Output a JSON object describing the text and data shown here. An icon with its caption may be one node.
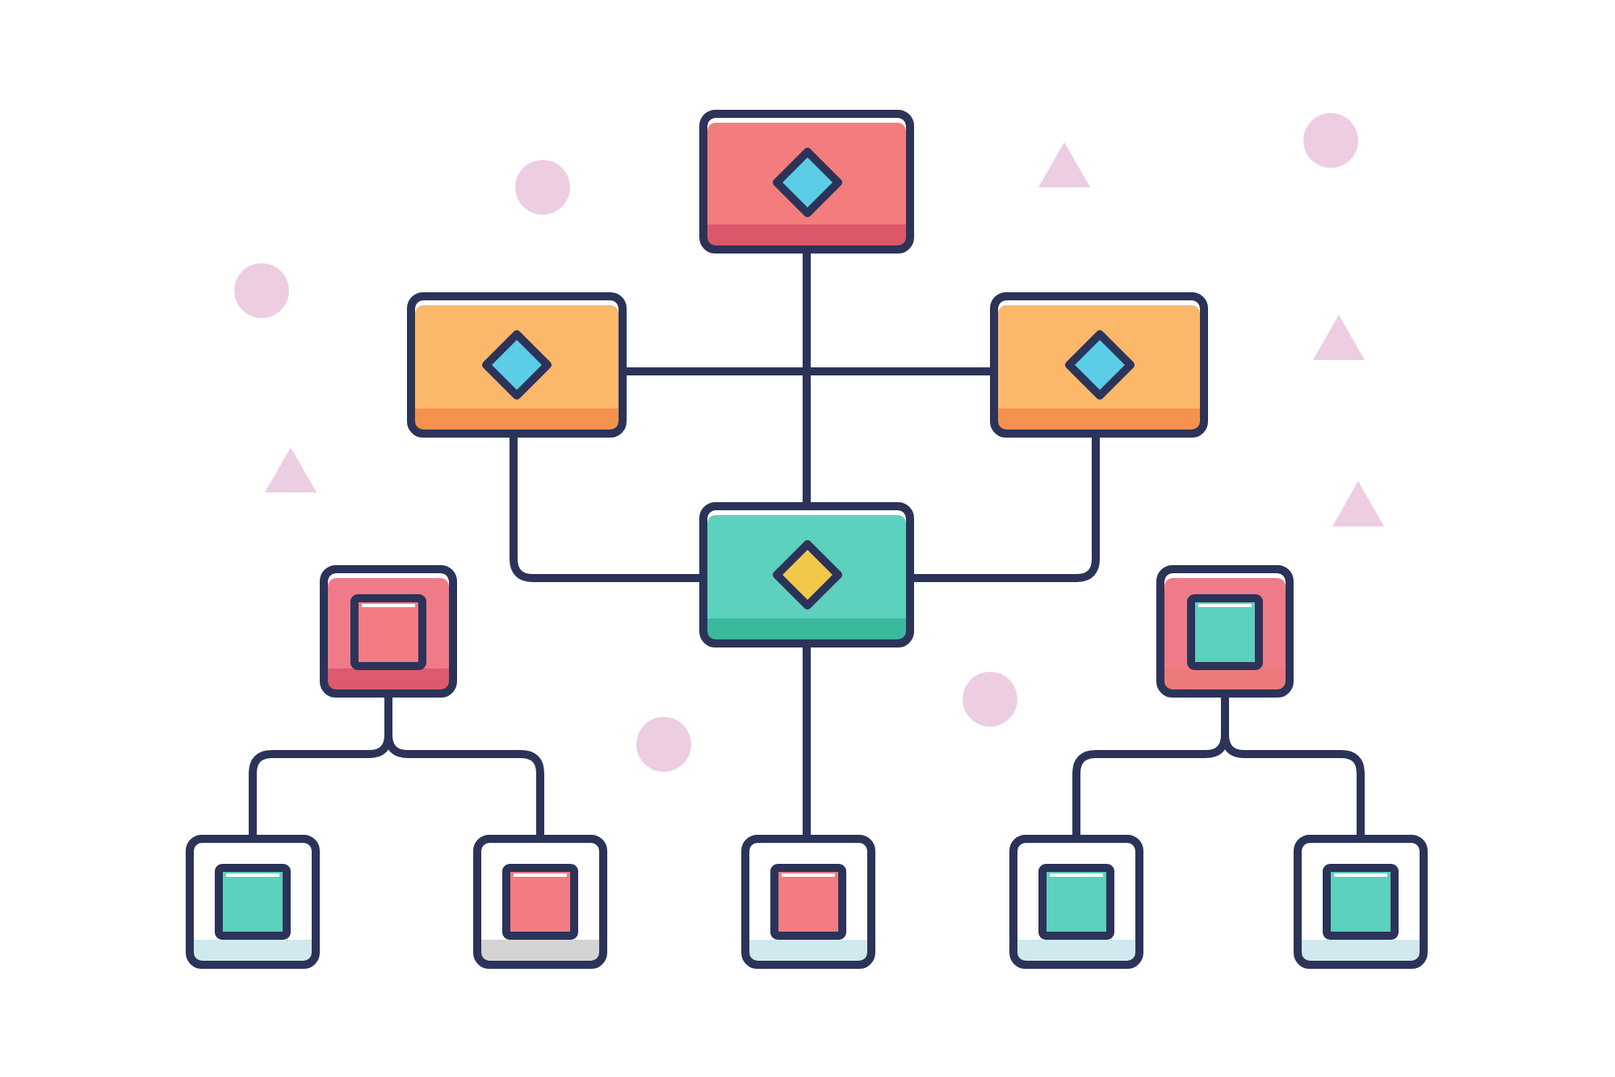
{
  "diagram": {
    "nodes": [
      {
        "text": [],
        "shape": "box"
      },
      {
        "text": [],
        "shape": "box"
      },
      {
        "text": [],
        "shape": "box"
      },
      {
        "text": [],
        "shape": "box"
      },
      {
        "text": [],
        "shape": "box"
      },
      {
        "text": [],
        "shape": "box"
      },
      {
        "text": [],
        "shape": "box"
      },
      {
        "text": [],
        "shape": "box"
      },
      {
        "text": [],
        "shape": "box"
      },
      {
        "text": [],
        "shape": "box"
      },
      {
        "text": [],
        "shape": "box"
      }
    ],
    "edges": [
      {
        "from": 0,
        "to": 3,
        "arrow": "none"
      },
      {
        "from": 1,
        "to": 2,
        "arrow": "none"
      },
      {
        "from": 1,
        "to": 3,
        "arrow": "none"
      },
      {
        "from": 2,
        "to": 3,
        "arrow": "none"
      },
      {
        "from": 3,
        "to": 8,
        "arrow": "none"
      },
      {
        "from": 4,
        "to": 6,
        "arrow": "none"
      },
      {
        "from": 4,
        "to": 7,
        "arrow": "none"
      },
      {
        "from": 5,
        "to": 9,
        "arrow": "none"
      },
      {
        "from": 5,
        "to": 10,
        "arrow": "none"
      }
    ]
  }
}
